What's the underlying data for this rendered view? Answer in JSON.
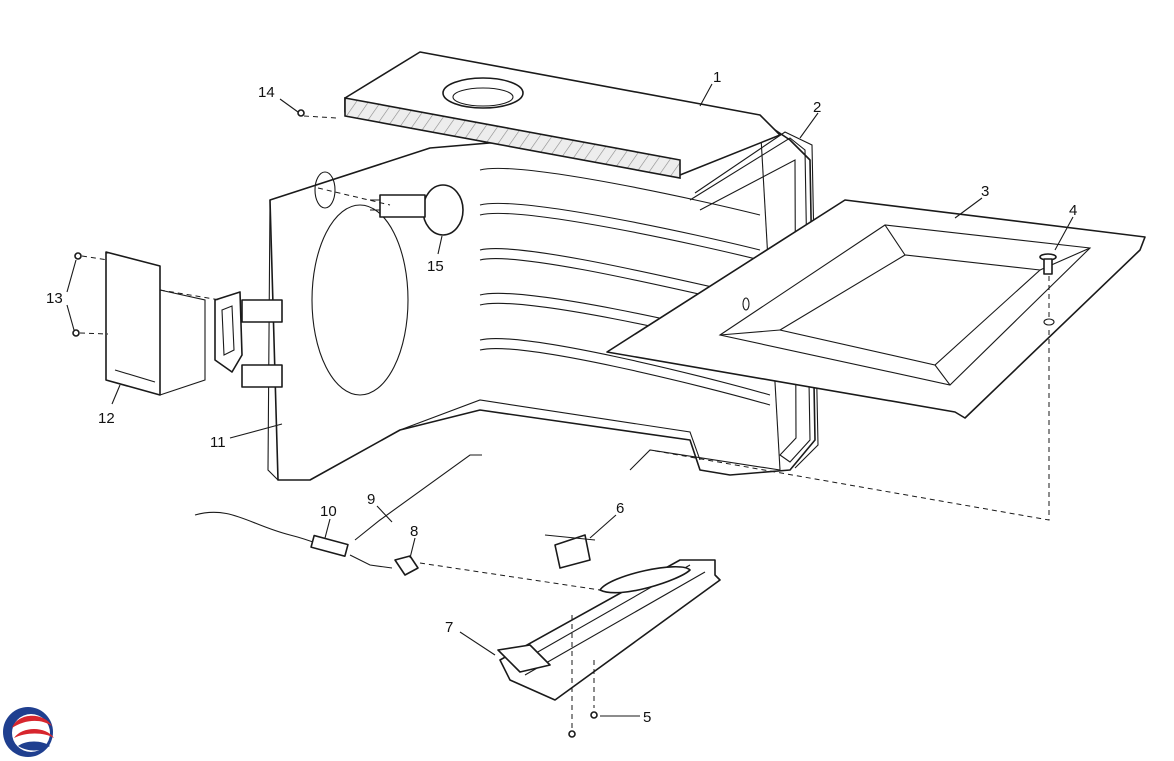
{
  "diagram": {
    "callouts": {
      "c1": "1",
      "c2": "2",
      "c3": "3",
      "c4": "4",
      "c5": "5",
      "c6": "6",
      "c7": "7",
      "c8": "8",
      "c9": "9",
      "c10": "10",
      "c11": "11",
      "c12": "12",
      "c13": "13",
      "c14": "14",
      "c15": "15"
    }
  },
  "logo": {
    "colors": {
      "red": "#d7262e",
      "blue": "#1f3f8f"
    }
  }
}
